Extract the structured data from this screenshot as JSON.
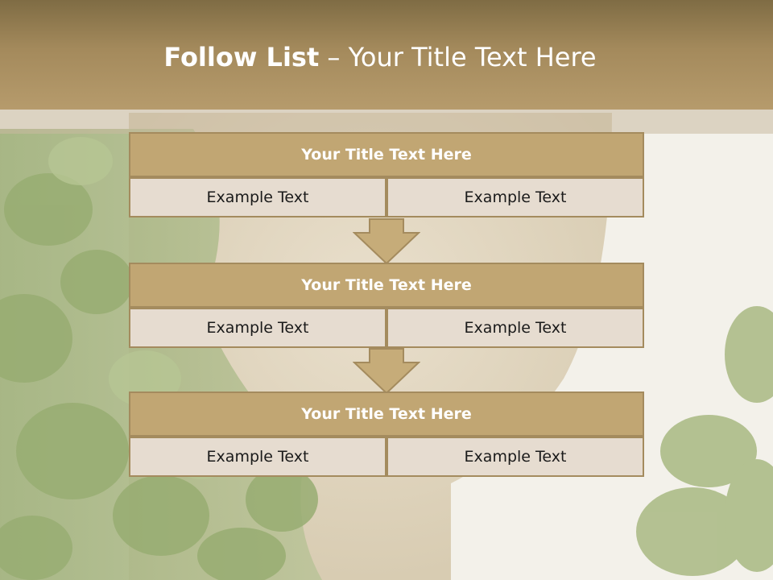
{
  "slide": {
    "title_bold": "Follow List",
    "title_dash": "–",
    "title_rest": "Your Title Text Here"
  },
  "blocks": [
    {
      "title": "Your Title Text Here",
      "left_text": "Example Text",
      "right_text": "Example Text"
    },
    {
      "title": "Your Title Text Here",
      "left_text": "Example Text",
      "right_text": "Example Text"
    },
    {
      "title": "Your Title Text Here",
      "left_text": "Example Text",
      "right_text": "Example Text"
    }
  ],
  "colors": {
    "header": "#a48a5c",
    "block_title_fill": "#c1a673",
    "block_cell_fill": "#e6dcd0",
    "border": "#a48b5e",
    "arrow_fill": "#c6ac79"
  },
  "background_image": "woman-face-with-green-leaves"
}
